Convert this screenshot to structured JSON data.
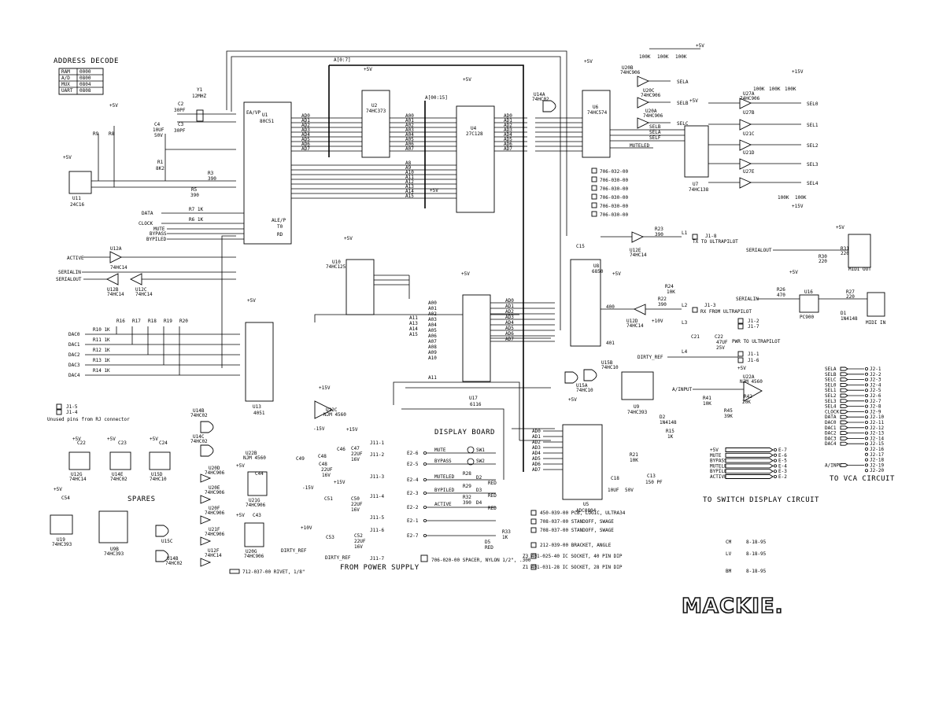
{
  "address_decode": {
    "title": "ADDRESS DECODE",
    "rows": [
      {
        "name": "RAM",
        "addr": "0000"
      },
      {
        "name": "A/D",
        "addr": "0800"
      },
      {
        "name": "MUX",
        "addr": "0804"
      },
      {
        "name": "UART",
        "addr": "0808"
      }
    ]
  },
  "chips": {
    "u1": {
      "ref": "U1",
      "part": "80C51"
    },
    "u2": {
      "ref": "U2",
      "part": "74HC373"
    },
    "u4": {
      "ref": "U4",
      "part": "27C128"
    },
    "u6": {
      "ref": "U6",
      "part": "74HC574"
    },
    "u7": {
      "ref": "U7",
      "part": "74HC138"
    },
    "u8": {
      "ref": "U8",
      "part": "6850"
    },
    "u5": {
      "ref": "U5",
      "part": "ADC0804"
    },
    "u17": {
      "ref": "U17",
      "part": "6116"
    },
    "u10": {
      "ref": "U10",
      "part": "74HC125"
    },
    "u13": {
      "ref": "U13",
      "part": "4051"
    },
    "u11": {
      "ref": "U11",
      "part": "24C16"
    },
    "u16": {
      "ref": "U16",
      "part": "PC900"
    },
    "u9": {
      "ref": "U9",
      "part": "74HC393"
    }
  },
  "labels": {
    "display_board": "DISPLAY BOARD",
    "spares": "SPARES",
    "from_power_supply": "FROM POWER SUPPLY",
    "to_switch_display": "TO SWITCH DISPLAY CIRCUIT",
    "to_vca": "TO VCA CIRCUIT",
    "midi_out": "MIDI OUT",
    "midi_in": "MIDI IN",
    "tx_ultrapilot": "TX TO ULTRAPILOT",
    "rx_ultrapilot": "RX FROM ULTRAPILOT",
    "pwr_ultrapilot": "PWR TO ULTRAPILOT",
    "unused_pins": "Unused pins from RJ connector"
  },
  "signals": {
    "u1_left": [
      "DATA",
      "CLOCK",
      "MUTE",
      "BYPASS",
      "BYPILED"
    ],
    "activeled": "ACTIVE",
    "serialin": "SERIALIN",
    "serialout": "SERIALOUT",
    "dac": [
      "DAC0",
      "DAC1",
      "DAC2",
      "DAC3",
      "DAC4"
    ],
    "sel_outputs": [
      "SEL0",
      "SEL1",
      "SEL2",
      "SEL3",
      "SEL4",
      "SELA",
      "SELB",
      "SELC"
    ],
    "dirty_ref": "DIRTY_REF",
    "a_input": "A/INPUT"
  },
  "vca_connector": {
    "names": [
      "SELA",
      "SELB",
      "SELC",
      "SEL0",
      "SEL1",
      "SEL2",
      "SEL3",
      "SEL4",
      "CLOCK",
      "DATA",
      "DAC0",
      "DAC1",
      "DAC2",
      "DAC3",
      "DAC4",
      "",
      "",
      "",
      "A/INPUT",
      ""
    ],
    "pins": [
      "J2-1",
      "J2-2",
      "J2-3",
      "J2-4",
      "J2-5",
      "J2-6",
      "J2-7",
      "J2-8",
      "J2-9",
      "J2-10",
      "J2-11",
      "J2-12",
      "J2-13",
      "J2-14",
      "J2-15",
      "J2-16",
      "J2-17",
      "J2-18",
      "J2-19",
      "J2-20"
    ]
  },
  "switch_connector": {
    "names": [
      "+5V",
      "MUTE",
      "BYPASS",
      "MUTELED",
      "BYPILED",
      "ACTIVE"
    ],
    "pins": [
      "E-7",
      "E-6",
      "E-5",
      "E-4",
      "E-3",
      "E-2"
    ]
  },
  "display_board": {
    "names": [
      "MUTE",
      "BYPASS",
      "MUTELED",
      "BYPILED",
      "ACTIVE",
      "",
      ""
    ],
    "pins": [
      "E2-6",
      "E2-5",
      "E2-4",
      "E2-3",
      "E2-2",
      "E2-1",
      "E2-7"
    ]
  },
  "power_pins": [
    "J11-1",
    "J11-2",
    "J11-3",
    "J11-4",
    "J11-5",
    "J11-6",
    "J11-7"
  ],
  "parts_list": [
    "450-039-00  PCB, LOGIC, ULTRA34",
    "708-037-00  STANDOFF, SWAGE",
    "708-037-00  STANDOFF, SWAGE",
    "212-039-00  BRACKET, ANGLE",
    "Z3  401-025-40  IC SOCKET, 40 PIN DIP",
    "Z1  401-031-28  IC SOCKET, 28 PIN DIP",
    "706-020-00  SPACER, NYLON 1/2\", .300",
    "712-037-00  RIVET, 1/8\""
  ],
  "signoff": [
    {
      "initials": "CM",
      "date": "8-18-95"
    },
    {
      "initials": "LV",
      "date": "8-18-95"
    },
    {
      "initials": "BM",
      "date": "8-18-95"
    }
  ],
  "brand": "MACKIE."
}
